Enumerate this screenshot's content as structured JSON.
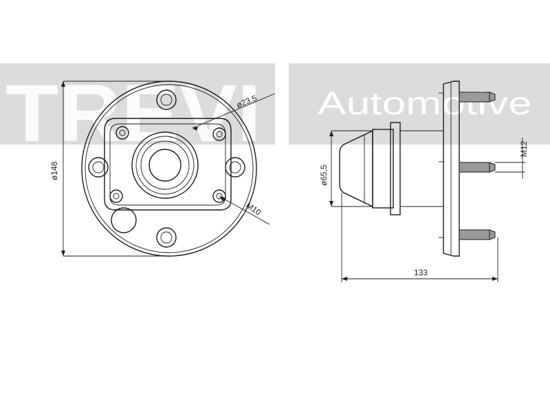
{
  "watermark": {
    "brand": "TREVI",
    "tagline": "Automotive"
  },
  "colors": {
    "watermark_bar": "#d3d3d3",
    "watermark_text": "#ffffff",
    "line": "#1a1a1a",
    "bolt_fill": "#9a9a9a"
  },
  "front_view": {
    "dimensions": {
      "outer_diameter": "ø148",
      "bore_diameter": "ø23,5",
      "thread": "M10"
    }
  },
  "side_view": {
    "dimensions": {
      "pilot_diameter": "ø65,5",
      "stud_thread": "M12",
      "overall_length": "133"
    }
  }
}
